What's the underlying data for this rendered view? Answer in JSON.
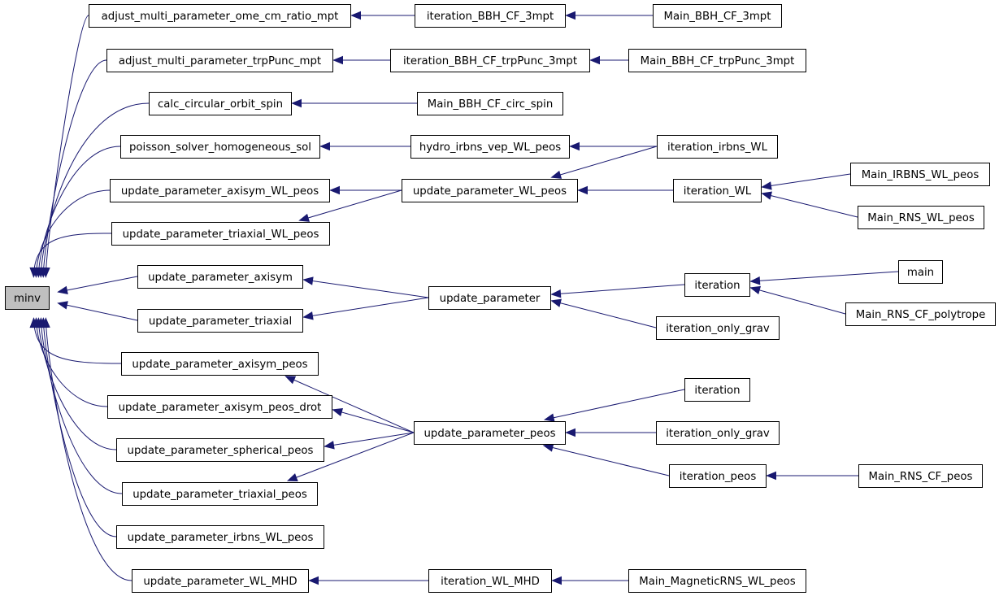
{
  "graph": {
    "nodes": [
      {
        "id": "minv",
        "label": "minv",
        "root": true
      },
      {
        "id": "n1",
        "label": "adjust_multi_parameter_ome_cm_ratio_mpt"
      },
      {
        "id": "n2",
        "label": "iteration_BBH_CF_3mpt"
      },
      {
        "id": "n3",
        "label": "Main_BBH_CF_3mpt"
      },
      {
        "id": "n4",
        "label": "adjust_multi_parameter_trpPunc_mpt"
      },
      {
        "id": "n5",
        "label": "iteration_BBH_CF_trpPunc_3mpt"
      },
      {
        "id": "n6",
        "label": "Main_BBH_CF_trpPunc_3mpt"
      },
      {
        "id": "n7",
        "label": "calc_circular_orbit_spin"
      },
      {
        "id": "n8",
        "label": "Main_BBH_CF_circ_spin"
      },
      {
        "id": "n9",
        "label": "poisson_solver_homogeneous_sol"
      },
      {
        "id": "n10",
        "label": "hydro_irbns_vep_WL_peos"
      },
      {
        "id": "n11",
        "label": "iteration_irbns_WL"
      },
      {
        "id": "n12",
        "label": "update_parameter_axisym_WL_peos"
      },
      {
        "id": "n13",
        "label": "update_parameter_WL_peos"
      },
      {
        "id": "n14",
        "label": "iteration_WL"
      },
      {
        "id": "n15",
        "label": "Main_IRBNS_WL_peos"
      },
      {
        "id": "n16",
        "label": "Main_RNS_WL_peos"
      },
      {
        "id": "n17",
        "label": "update_parameter_triaxial_WL_peos"
      },
      {
        "id": "n18",
        "label": "update_parameter_axisym"
      },
      {
        "id": "n19",
        "label": "update_parameter"
      },
      {
        "id": "n20",
        "label": "iteration"
      },
      {
        "id": "n21",
        "label": "main"
      },
      {
        "id": "n22",
        "label": "Main_RNS_CF_polytrope"
      },
      {
        "id": "n23",
        "label": "update_parameter_triaxial"
      },
      {
        "id": "n24",
        "label": "iteration_only_grav"
      },
      {
        "id": "n25",
        "label": "update_parameter_axisym_peos"
      },
      {
        "id": "n26",
        "label": "update_parameter_peos"
      },
      {
        "id": "n27",
        "label": "iteration"
      },
      {
        "id": "n28",
        "label": "update_parameter_axisym_peos_drot"
      },
      {
        "id": "n29",
        "label": "iteration_only_grav"
      },
      {
        "id": "n30",
        "label": "update_parameter_spherical_peos"
      },
      {
        "id": "n31",
        "label": "iteration_peos"
      },
      {
        "id": "n32",
        "label": "Main_RNS_CF_peos"
      },
      {
        "id": "n33",
        "label": "update_parameter_triaxial_peos"
      },
      {
        "id": "n34",
        "label": "update_parameter_irbns_WL_peos"
      },
      {
        "id": "n35",
        "label": "update_parameter_WL_MHD"
      },
      {
        "id": "n36",
        "label": "iteration_WL_MHD"
      },
      {
        "id": "n37",
        "label": "Main_MagneticRNS_WL_peos"
      }
    ],
    "edges": [
      [
        "n1",
        "minv"
      ],
      [
        "n4",
        "minv"
      ],
      [
        "n7",
        "minv"
      ],
      [
        "n9",
        "minv"
      ],
      [
        "n12",
        "minv"
      ],
      [
        "n17",
        "minv"
      ],
      [
        "n18",
        "minv"
      ],
      [
        "n23",
        "minv"
      ],
      [
        "n25",
        "minv"
      ],
      [
        "n28",
        "minv"
      ],
      [
        "n30",
        "minv"
      ],
      [
        "n33",
        "minv"
      ],
      [
        "n34",
        "minv"
      ],
      [
        "n35",
        "minv"
      ],
      [
        "n2",
        "n1"
      ],
      [
        "n3",
        "n2"
      ],
      [
        "n5",
        "n4"
      ],
      [
        "n6",
        "n5"
      ],
      [
        "n8",
        "n7"
      ],
      [
        "n10",
        "n9"
      ],
      [
        "n11",
        "n10"
      ],
      [
        "n13",
        "n12"
      ],
      [
        "n13",
        "n17"
      ],
      [
        "n11",
        "n13"
      ],
      [
        "n14",
        "n13"
      ],
      [
        "n15",
        "n14"
      ],
      [
        "n16",
        "n14"
      ],
      [
        "n19",
        "n18"
      ],
      [
        "n19",
        "n23"
      ],
      [
        "n20",
        "n19"
      ],
      [
        "n24",
        "n19"
      ],
      [
        "n21",
        "n20"
      ],
      [
        "n22",
        "n20"
      ],
      [
        "n26",
        "n25"
      ],
      [
        "n26",
        "n28"
      ],
      [
        "n26",
        "n30"
      ],
      [
        "n26",
        "n33"
      ],
      [
        "n27",
        "n26"
      ],
      [
        "n29",
        "n26"
      ],
      [
        "n31",
        "n26"
      ],
      [
        "n32",
        "n31"
      ],
      [
        "n36",
        "n35"
      ],
      [
        "n37",
        "n36"
      ]
    ]
  }
}
